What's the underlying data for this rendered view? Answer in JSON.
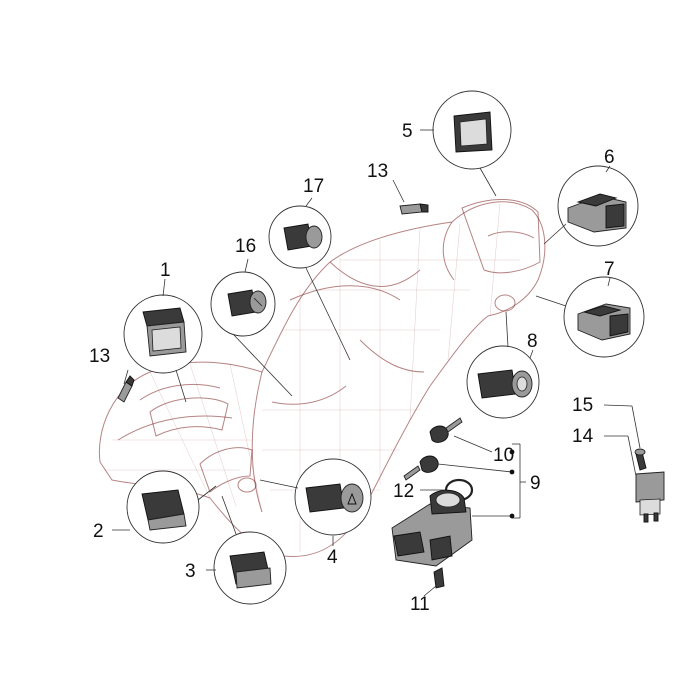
{
  "callouts": {
    "c1": "1",
    "c2": "2",
    "c3": "3",
    "c4": "4",
    "c5": "5",
    "c6": "6",
    "c7": "7",
    "c8": "8",
    "c9": "9",
    "c10": "10",
    "c11": "11",
    "c12": "12",
    "c13a": "13",
    "c13b": "13",
    "c14": "14",
    "c15": "15",
    "c16": "16",
    "c17": "17"
  },
  "colors": {
    "body_outline": "#7a1f1f",
    "part_fill": "#9a9a9a",
    "part_dark": "#3a3a3a"
  }
}
